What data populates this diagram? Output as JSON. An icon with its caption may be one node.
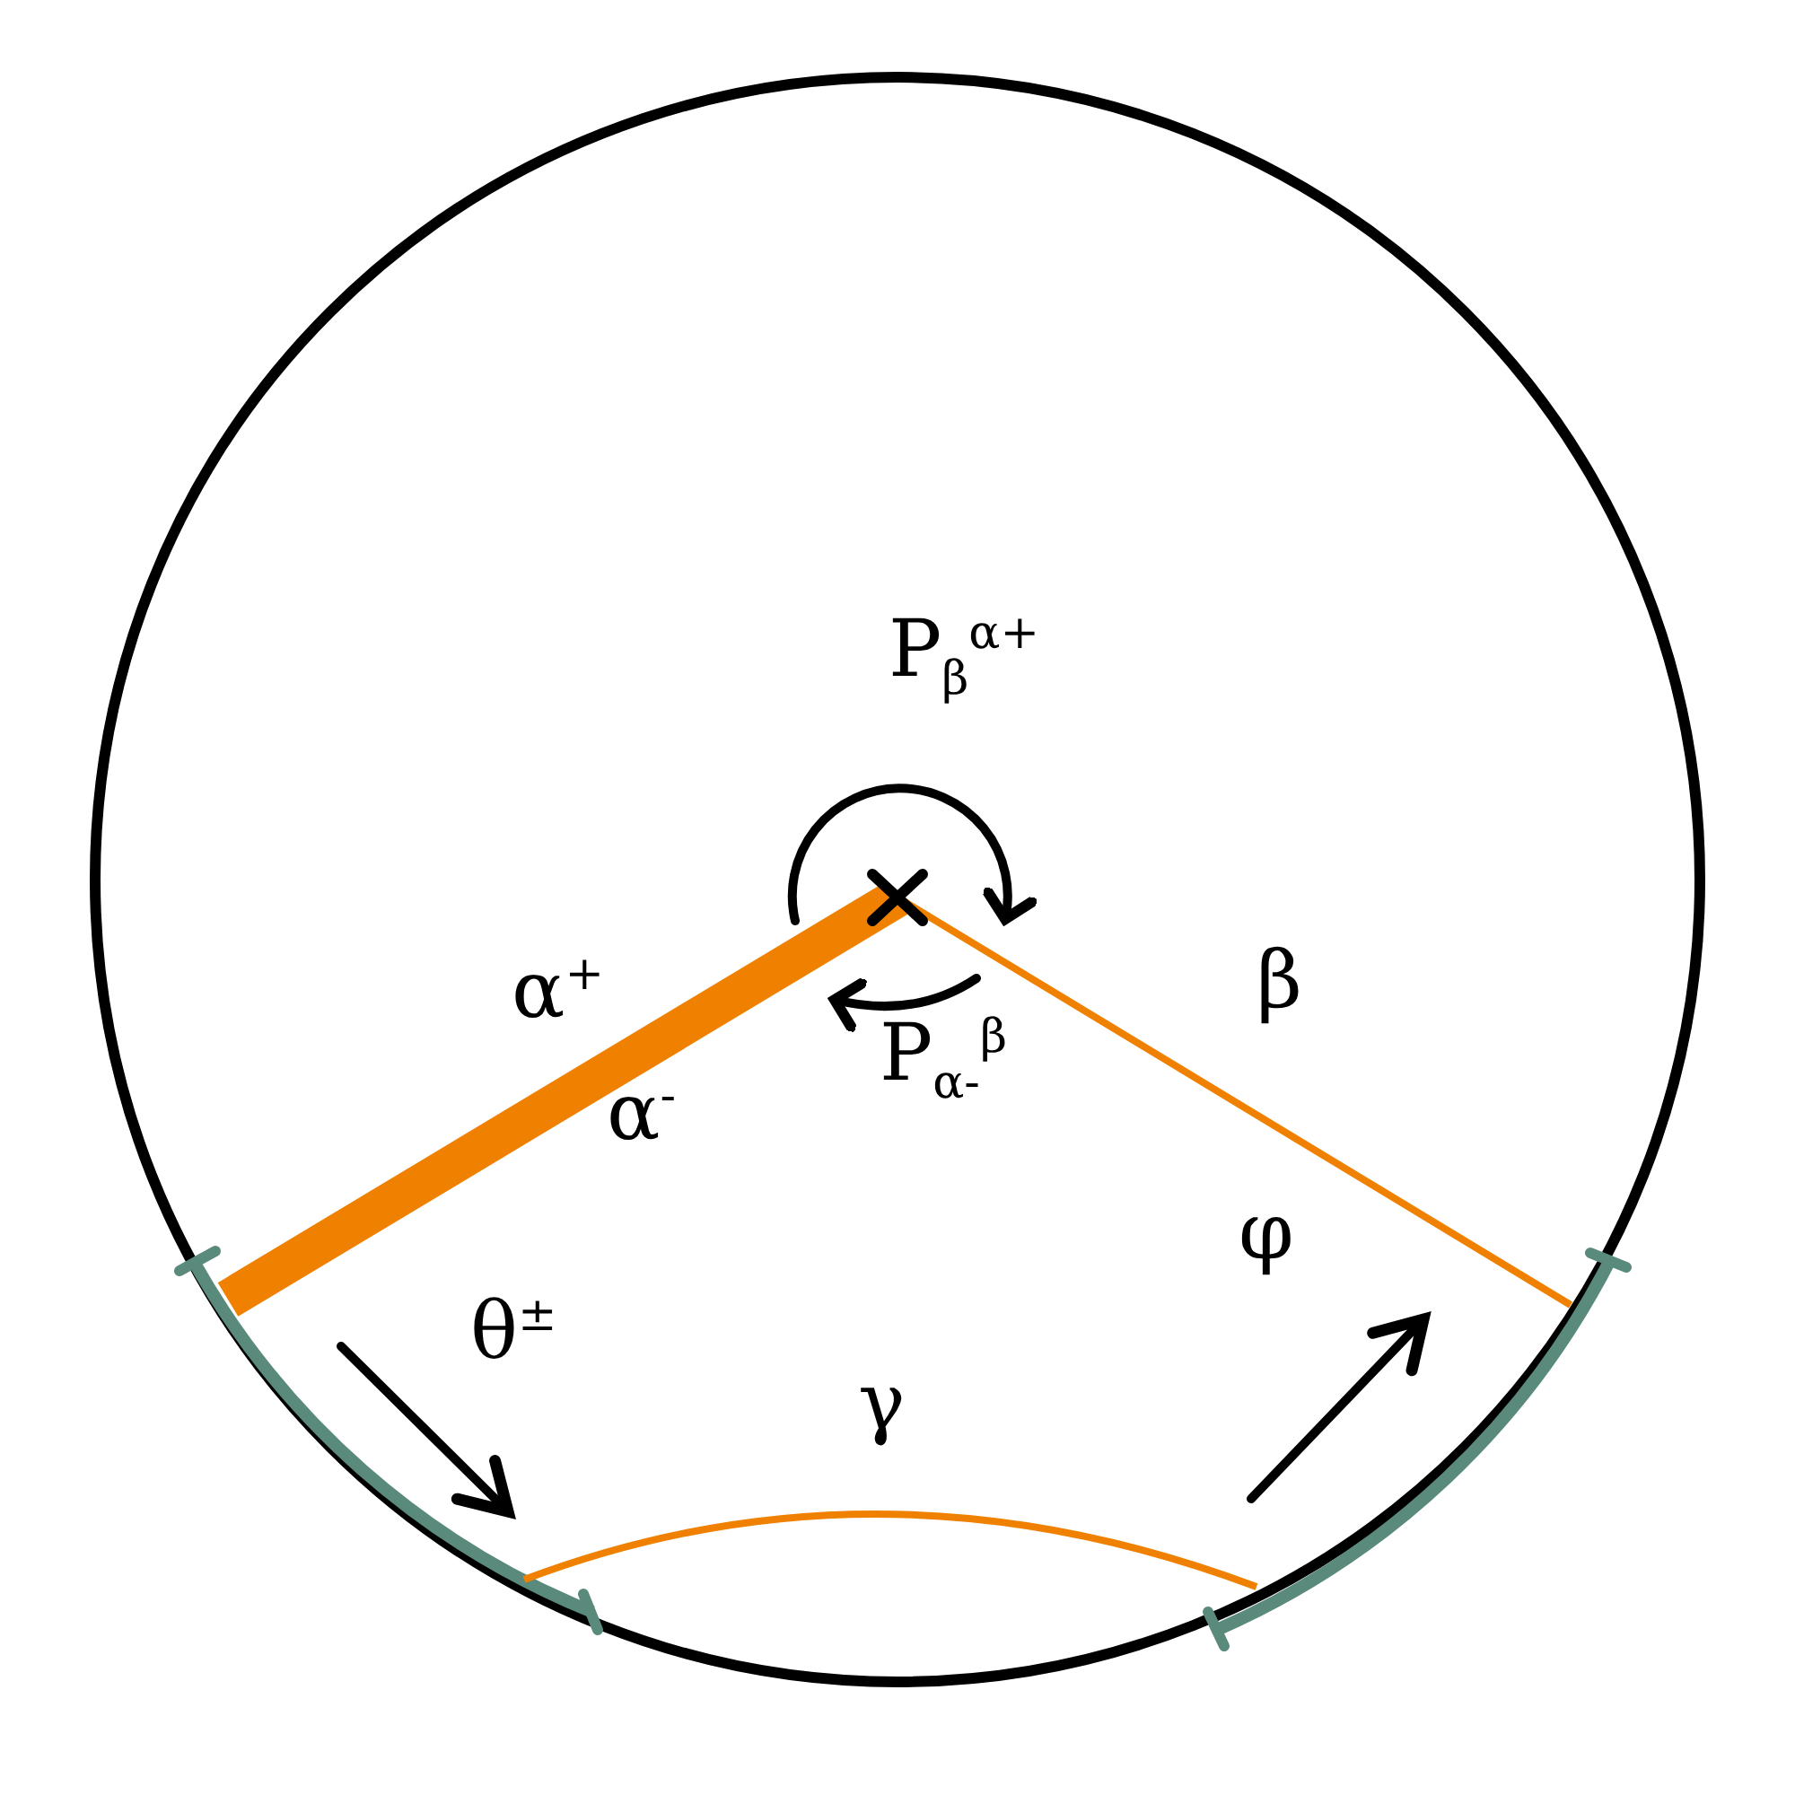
{
  "diagram": {
    "labels": [
      "P$_{β}$$^{α+}$",
      "β",
      "α$^{+}$",
      "P$_{α-}$$^{β}$",
      "α$^{-}$",
      "θ$^{±}$",
      "φ",
      "γ"
    ]
  }
}
